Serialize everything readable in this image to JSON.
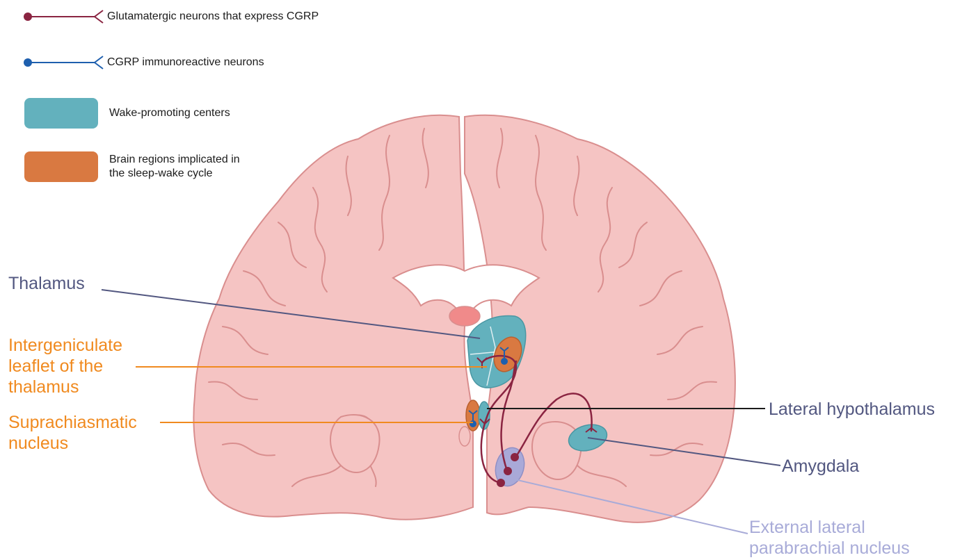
{
  "legend": {
    "items": [
      {
        "symbol": "glutamatergic-neuron-symbol",
        "color": "#8a2441",
        "text": "Glutamatergic neurons that express CGRP"
      },
      {
        "symbol": "immunoreactive-neuron-symbol",
        "color": "#1e5fae",
        "text": "CGRP immunoreactive neurons"
      },
      {
        "symbol": "swatch",
        "color": "#63b1bd",
        "text": "Wake-promoting centers"
      },
      {
        "symbol": "swatch",
        "color": "#d97941",
        "text_lines": [
          "Brain regions implicated in",
          "the sleep-wake cycle"
        ]
      }
    ]
  },
  "labels": {
    "thalamus": "Thalamus",
    "intergeniculate": [
      "Intergeniculate",
      "leaflet of the",
      "thalamus"
    ],
    "suprachiasmatic": [
      "Suprachiasmatic",
      "nucleus"
    ],
    "lateral_hypothalamus": "Lateral hypothalamus",
    "amygdala": "Amygdala",
    "parabrachial": [
      "External lateral",
      "parabrachial nucleus"
    ]
  },
  "colors": {
    "brain_fill": "#f5c4c3",
    "brain_stroke": "#d98e8e",
    "wake_center": "#63b1bd",
    "sleep_region": "#d97941",
    "parabrachial_region": "#a9a9d8",
    "glutamatergic": "#8a2441",
    "immunoreactive": "#1e5fae",
    "label_dark": "#525780",
    "label_orange": "#f08a1f",
    "label_lavender": "#a8abd8"
  }
}
